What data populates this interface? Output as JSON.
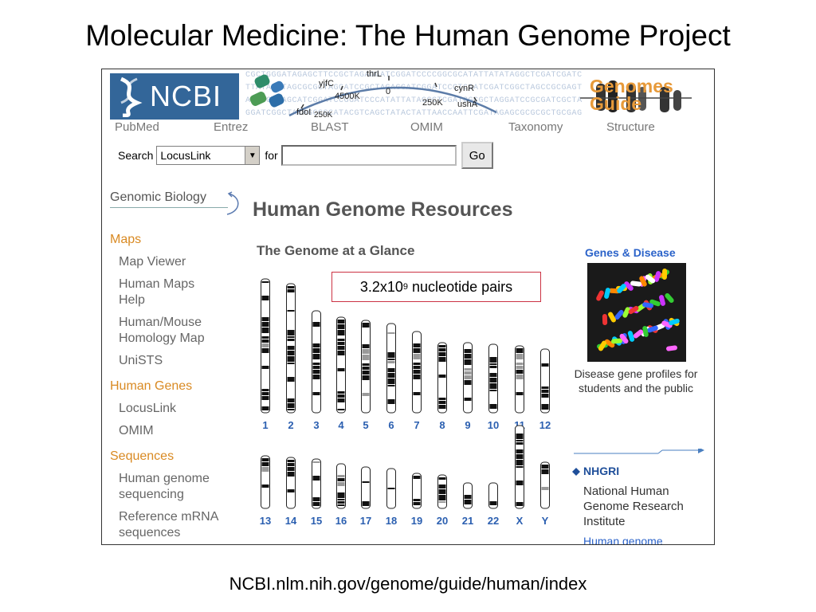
{
  "slide": {
    "title": "Molecular Medicine: The Human Genome Project",
    "caption": "NCBI.nlm.nih.gov/genome/guide/human/index"
  },
  "banner": {
    "logo_text": "NCBI",
    "genomes_guide_line1": "Genomes",
    "genomes_guide_line2": "Guide",
    "gene_labels": [
      "yjfC",
      "thrL",
      "cynR",
      "4500K",
      "0",
      "250K",
      "ushA",
      "fdoI",
      "250K"
    ],
    "sequence_lines": [
      "CGCTGGGATAGAGCTTCCGCTAGAGGATCGGATCCCCGGCGCATATTATATAGGCTCGATCGATC",
      "TTATATATAGCGCGCTAGGATCCGCTAGAGGATCGGATCCCTCGATCGATCGGCTAGCCGCGAGT",
      "ATCGGCTAGCATCGGATCCGGATCCCATATTATAGGCTCGATCGCGCTAGGATCCGCGATCGCTA",
      "GGATCGGCTACAGCCGCATACGTCAGCTATACTATTAACCAATTCGATAGAGCGCGCGCTGCGAG"
    ]
  },
  "nav": {
    "items": [
      "PubMed",
      "Entrez",
      "BLAST",
      "OMIM",
      "Taxonomy",
      "Structure"
    ]
  },
  "search": {
    "label": "Search",
    "selected_db": "LocusLink",
    "for_label": "for",
    "query_value": "",
    "go_label": "Go"
  },
  "sidebar": {
    "genomic_biology": "Genomic Biology",
    "sections": [
      {
        "heading": "Maps",
        "items": [
          "Map Viewer",
          "Human Maps Help",
          "Human/Mouse Homology Map",
          "UniSTS"
        ]
      },
      {
        "heading": "Human Genes",
        "items": [
          "LocusLink",
          "OMIM"
        ]
      },
      {
        "heading": "Sequences",
        "items": [
          "Human genome sequencing",
          "Reference mRNA sequences"
        ]
      }
    ]
  },
  "main": {
    "title": "Human Genome Resources",
    "glance_title": "The Genome at a Glance",
    "annotation_prefix": "3.2x10",
    "annotation_exp": "9",
    "annotation_suffix": " nucleotide pairs"
  },
  "karyotype": {
    "row1_labels": [
      "1",
      "2",
      "3",
      "4",
      "5",
      "6",
      "7",
      "8",
      "9",
      "10",
      "11",
      "12"
    ],
    "row2_labels": [
      "13",
      "14",
      "15",
      "16",
      "17",
      "18",
      "19",
      "20",
      "21",
      "22",
      "X",
      "Y"
    ],
    "label_color": "#2b5fb0"
  },
  "right": {
    "genes_disease_title": "Genes & Disease",
    "genes_disease_caption": "Disease gene profiles for students and the public",
    "nhgri_title": "NHGRI",
    "nhgri_text": "National Human Genome Research Institute",
    "nhgri_more": "Human genome"
  },
  "colors": {
    "ncbi_blue": "#336699",
    "orange_heading": "#d98a23",
    "link_blue": "#2a62c9",
    "annotation_border": "#cc3344"
  }
}
